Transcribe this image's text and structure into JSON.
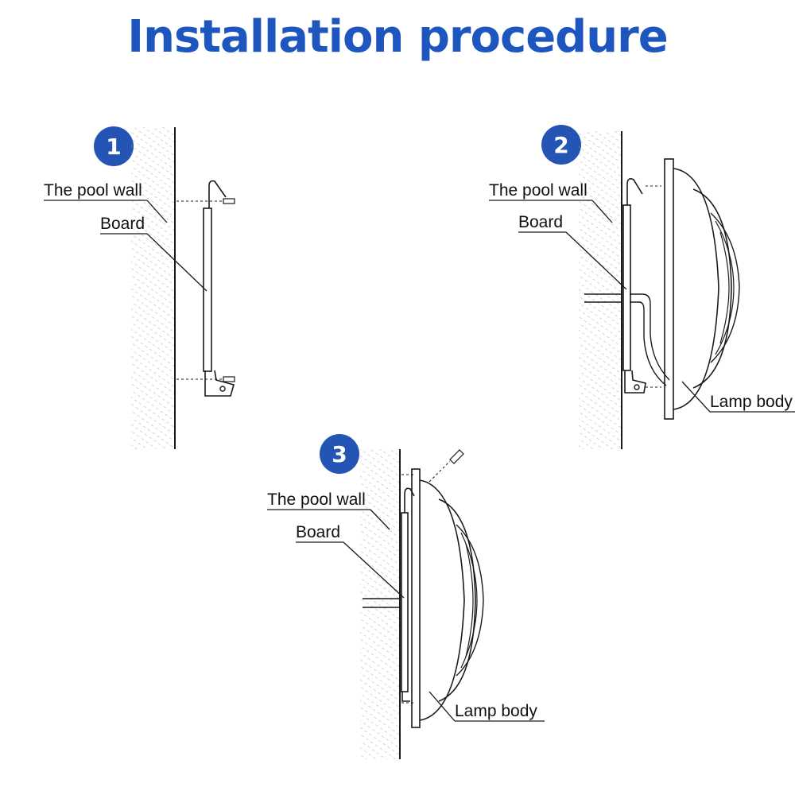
{
  "title": "Installation procedure",
  "colors": {
    "title": "#1e56c0",
    "badge": "#2454b4",
    "line": "#1a1a1a",
    "wall_hatch": "#b9b9b9"
  },
  "steps": [
    {
      "number": "1",
      "labels": {
        "wall": "The pool wall",
        "board": "Board"
      }
    },
    {
      "number": "2",
      "labels": {
        "wall": "The pool wall",
        "board": "Board",
        "lamp": "Lamp body"
      }
    },
    {
      "number": "3",
      "labels": {
        "wall": "The pool wall",
        "board": "Board",
        "lamp": "Lamp body"
      }
    }
  ]
}
